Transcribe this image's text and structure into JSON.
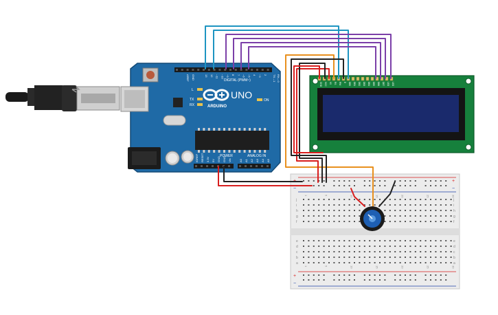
{
  "arduino": {
    "brand": "ARDUINO",
    "model": "UNO",
    "digital_label": "DIGITAL (PWM~)",
    "analog_label": "ANALOG IN",
    "power_label": "POWER",
    "on_label": "ON",
    "tx_label": "TX",
    "rx_label": "RX",
    "l_label": "L",
    "aref_label": "AREF",
    "gnd_label": "GND",
    "tx1_label": "TX→1",
    "rx0_label": "RX←0",
    "digital_pins": [
      "13",
      "12",
      "~11",
      "~10",
      "~9",
      "8",
      "7",
      "~6",
      "~5",
      "4",
      "~3",
      "2"
    ],
    "power_pins": [
      "IOREF",
      "RESET",
      "3.3V",
      "5V",
      "GND",
      "GND",
      "Vin"
    ],
    "analog_pins": [
      "A0",
      "A1",
      "A2",
      "A3",
      "A4",
      "A5"
    ]
  },
  "lcd": {
    "pin_labels": [
      "GND",
      "VCC",
      "V0",
      "RS",
      "RW",
      "E",
      "DB0",
      "DB1",
      "DB2",
      "DB3",
      "DB4",
      "DB5",
      "DB6",
      "DB7",
      "LED",
      "LED"
    ]
  },
  "breadboard": {
    "column_numbers": [
      "1",
      "",
      "",
      "",
      "5",
      "",
      "",
      "",
      "",
      "10",
      "",
      "",
      "",
      "",
      "15",
      "",
      "",
      "",
      "",
      "20",
      "",
      "",
      "",
      "",
      "25",
      "",
      "",
      "",
      "",
      "30"
    ],
    "row_letters_top": [
      "j",
      "i",
      "h",
      "g",
      "f"
    ],
    "row_letters_bottom": [
      "e",
      "d",
      "c",
      "b",
      "a"
    ],
    "plus": "+",
    "minus": "−"
  },
  "colors": {
    "arduino_board": "#1f6aa6",
    "lcd_board": "#16803c",
    "lcd_screen": "#1a2a6c",
    "wire_teal": "#1d94c1",
    "wire_purple": "#7b3fa8",
    "wire_orange": "#e8901e",
    "wire_red": "#d81e1e",
    "wire_black": "#222222",
    "pot_knob": "#1e5fb3"
  }
}
